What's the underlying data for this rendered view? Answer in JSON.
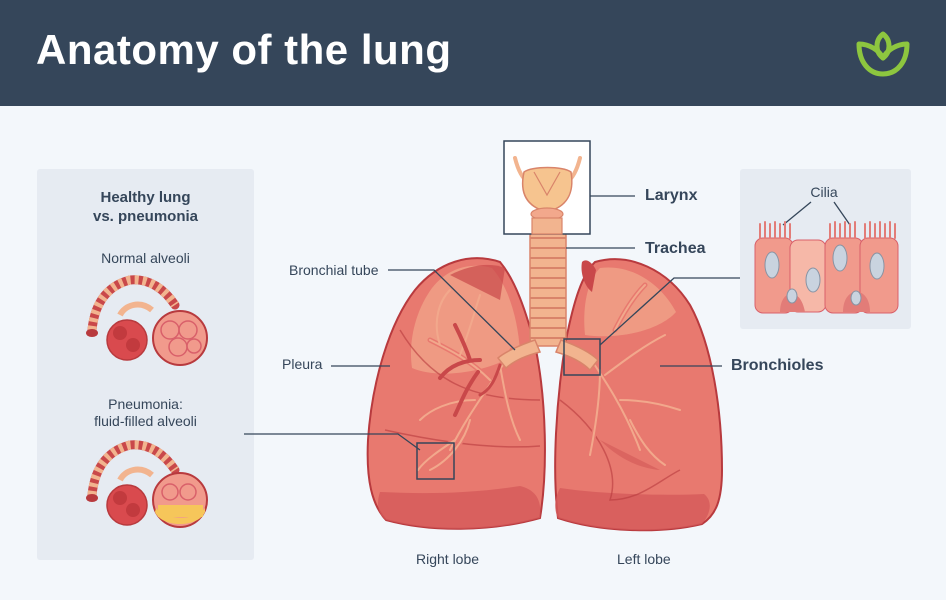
{
  "header": {
    "title": "Anatomy of the lung"
  },
  "colors": {
    "header_bg": "#35465a",
    "background": "#f3f7fb",
    "panel_bg": "#e6ebf2",
    "lung_fill": "#e8796f",
    "lung_dark": "#c9484a",
    "logo_green": "#8dc63f"
  },
  "icons": {
    "logo": "leaf-logo-icon"
  },
  "left_panel": {
    "heading_line1": "Healthy lung",
    "heading_line2": "vs. pneumonia",
    "normal_label": "Normal alveoli",
    "pneumonia_line1": "Pneumonia:",
    "pneumonia_line2": "fluid-filled alveoli"
  },
  "right_panel": {
    "cilia_label": "Cilia"
  },
  "labels": {
    "larynx": "Larynx",
    "trachea": "Trachea",
    "bronchial_tube": "Bronchial tube",
    "pleura": "Pleura",
    "bronchioles": "Bronchioles",
    "right_lobe": "Right lobe",
    "left_lobe": "Left lobe"
  }
}
